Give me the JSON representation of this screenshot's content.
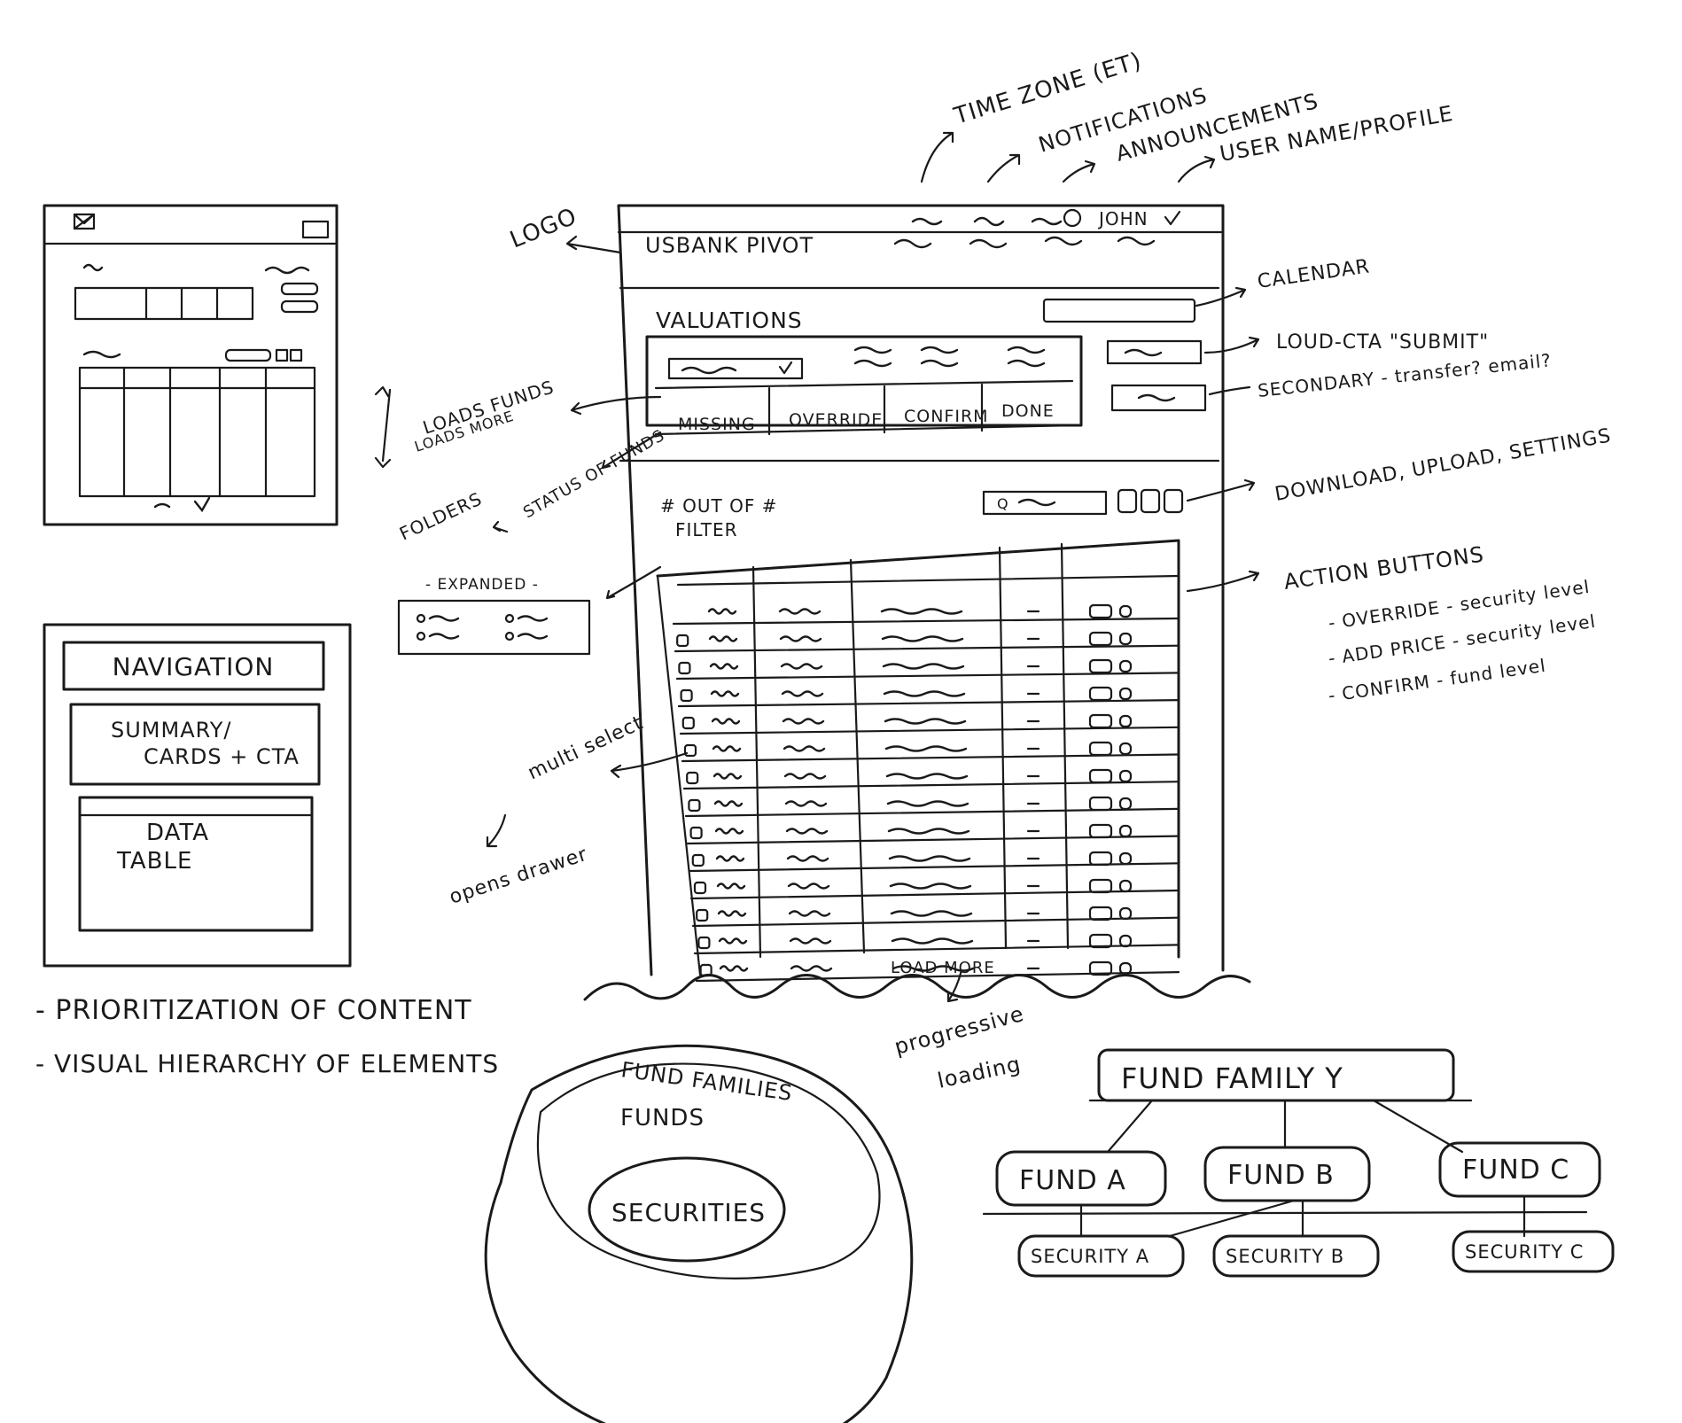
{
  "header_annotations": {
    "time_zone": "TIME ZONE (ET)",
    "notifications": "NOTIFICATIONS",
    "announcements": "ANNOUNCEMENTS",
    "user_profile": "USER NAME/PROFILE",
    "logo": "LOGO"
  },
  "app": {
    "user_name": "JOHN",
    "brand": "USBANK PIVOT",
    "page_title": "VALUATIONS",
    "status_tabs": [
      "MISSING",
      "OVERRIDE",
      "CONFIRM",
      "DONE"
    ],
    "count_label": "# OUT OF #",
    "filter_label": "FILTER",
    "search_glyph": "Q",
    "load_more": "LOAD MORE"
  },
  "side_annotations": {
    "calendar": "CALENDAR",
    "loud_cta": "LOUD-CTA \"SUBMIT\"",
    "secondary": "SECONDARY - transfer? email?",
    "download": "DOWNLOAD, UPLOAD, SETTINGS",
    "action_buttons": "ACTION BUTTONS",
    "action_list": [
      "- OVERRIDE - security level",
      "- ADD PRICE - security level",
      "- CONFIRM - fund level"
    ],
    "loads_funds": "LOADS FUNDS",
    "loads_more": "LOADS MORE",
    "status_of_funds": "STATUS OF FUNDS",
    "folders": "FOLDERS",
    "expanded": "- EXPANDED -",
    "multi_select": "multi select",
    "opens_drawer": "opens drawer",
    "progressive": "progressive",
    "loading": "loading"
  },
  "layout_wireframe": {
    "navigation": "NAVIGATION",
    "summary_line1": "SUMMARY/",
    "summary_line2": "CARDS + CTA",
    "table_line1": "DATA",
    "table_line2": "TABLE"
  },
  "principles": [
    "- PRIORITIZATION OF CONTENT",
    "- VISUAL HIERARCHY OF ELEMENTS"
  ],
  "nested_circles": {
    "outer": "FUND FAMILIES",
    "middle": "FUNDS",
    "inner": "SECURITIES"
  },
  "hierarchy_tree": {
    "root": "FUND FAMILY Y",
    "funds": [
      "FUND A",
      "FUND B",
      "FUND C"
    ],
    "securities": [
      "SECURITY A",
      "SECURITY B",
      "SECURITY C"
    ]
  }
}
